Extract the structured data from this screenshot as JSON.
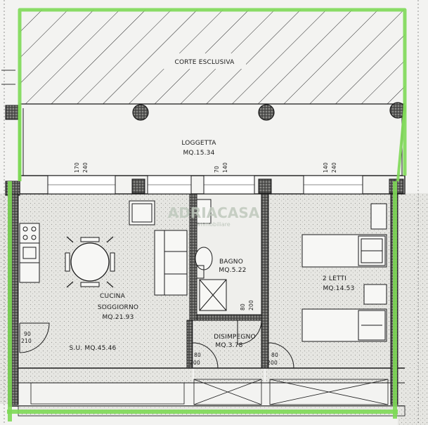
{
  "watermark": {
    "brand": "ADRIACASA",
    "tagline": "immobiliare",
    "color": "#bfc9bd"
  },
  "colors": {
    "boundary": "#7ed957",
    "wall": "#1a1a1a",
    "paper": "#f3f3f1"
  },
  "rooms": {
    "corte": {
      "name": "CORTE ESCLUSIVA"
    },
    "loggia": {
      "name": "LOGGETTA",
      "area": "MQ.15.34"
    },
    "cucina": {
      "name1": "CUCINA",
      "name2": "SOGGIORNO",
      "area": "MQ.21.93"
    },
    "bagno": {
      "name": "BAGNO",
      "area": "MQ.5.22"
    },
    "letto": {
      "name": "2 LETTI",
      "area": "MQ.14.53"
    },
    "disimpegno": {
      "name": "DISIMPEGNO",
      "area": "MQ.3.78"
    }
  },
  "surface_total": "S.U. MQ.45.46",
  "window_dims": [
    {
      "w": "170",
      "h": "240"
    },
    {
      "w": "70",
      "h": "140"
    },
    {
      "w": "140",
      "h": "240"
    }
  ],
  "door_dims": {
    "entrance": {
      "w": "90",
      "h": "210"
    },
    "disimpegno_left": {
      "w": "80",
      "h": "200"
    },
    "bedroom": {
      "w": "80",
      "h": "200"
    },
    "bagno": {
      "w": "80",
      "h": "200"
    }
  }
}
